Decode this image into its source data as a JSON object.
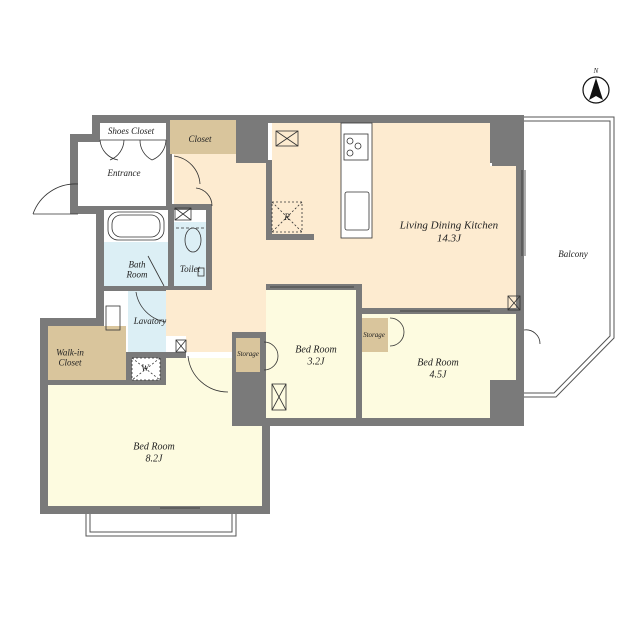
{
  "colors": {
    "wall": "#7a7a7a",
    "ldk_floor": "#fdebd0",
    "bedroom_floor": "#fdfbe0",
    "wet_area_floor": "#dceff5",
    "closet_floor": "#d9c59c",
    "white": "#ffffff",
    "line": "#333333"
  },
  "compass": {
    "label": "N"
  },
  "rooms": {
    "shoes_closet": {
      "label": "Shoes Closet"
    },
    "closet": {
      "label": "Closet"
    },
    "entrance": {
      "label": "Entrance"
    },
    "bath_room": {
      "label_line1": "Bath",
      "label_line2": "Room"
    },
    "toilet": {
      "label": "Toilet"
    },
    "lavatory": {
      "label": "Lavatory"
    },
    "walk_in_closet": {
      "label_line1": "Walk-in",
      "label_line2": "Closet"
    },
    "washer": {
      "label": "W"
    },
    "refrigerator": {
      "label": "R"
    },
    "ldk": {
      "label": "Living Dining Kitchen",
      "size": "14.3J"
    },
    "balcony": {
      "label": "Balcony"
    },
    "storage_left": {
      "label": "Storage"
    },
    "storage_right": {
      "label": "Storage"
    },
    "bedroom_small": {
      "label": "Bed Room",
      "size": "3.2J"
    },
    "bedroom_mid": {
      "label": "Bed Room",
      "size": "4.5J"
    },
    "bedroom_large": {
      "label": "Bed Room",
      "size": "8.2J"
    }
  }
}
